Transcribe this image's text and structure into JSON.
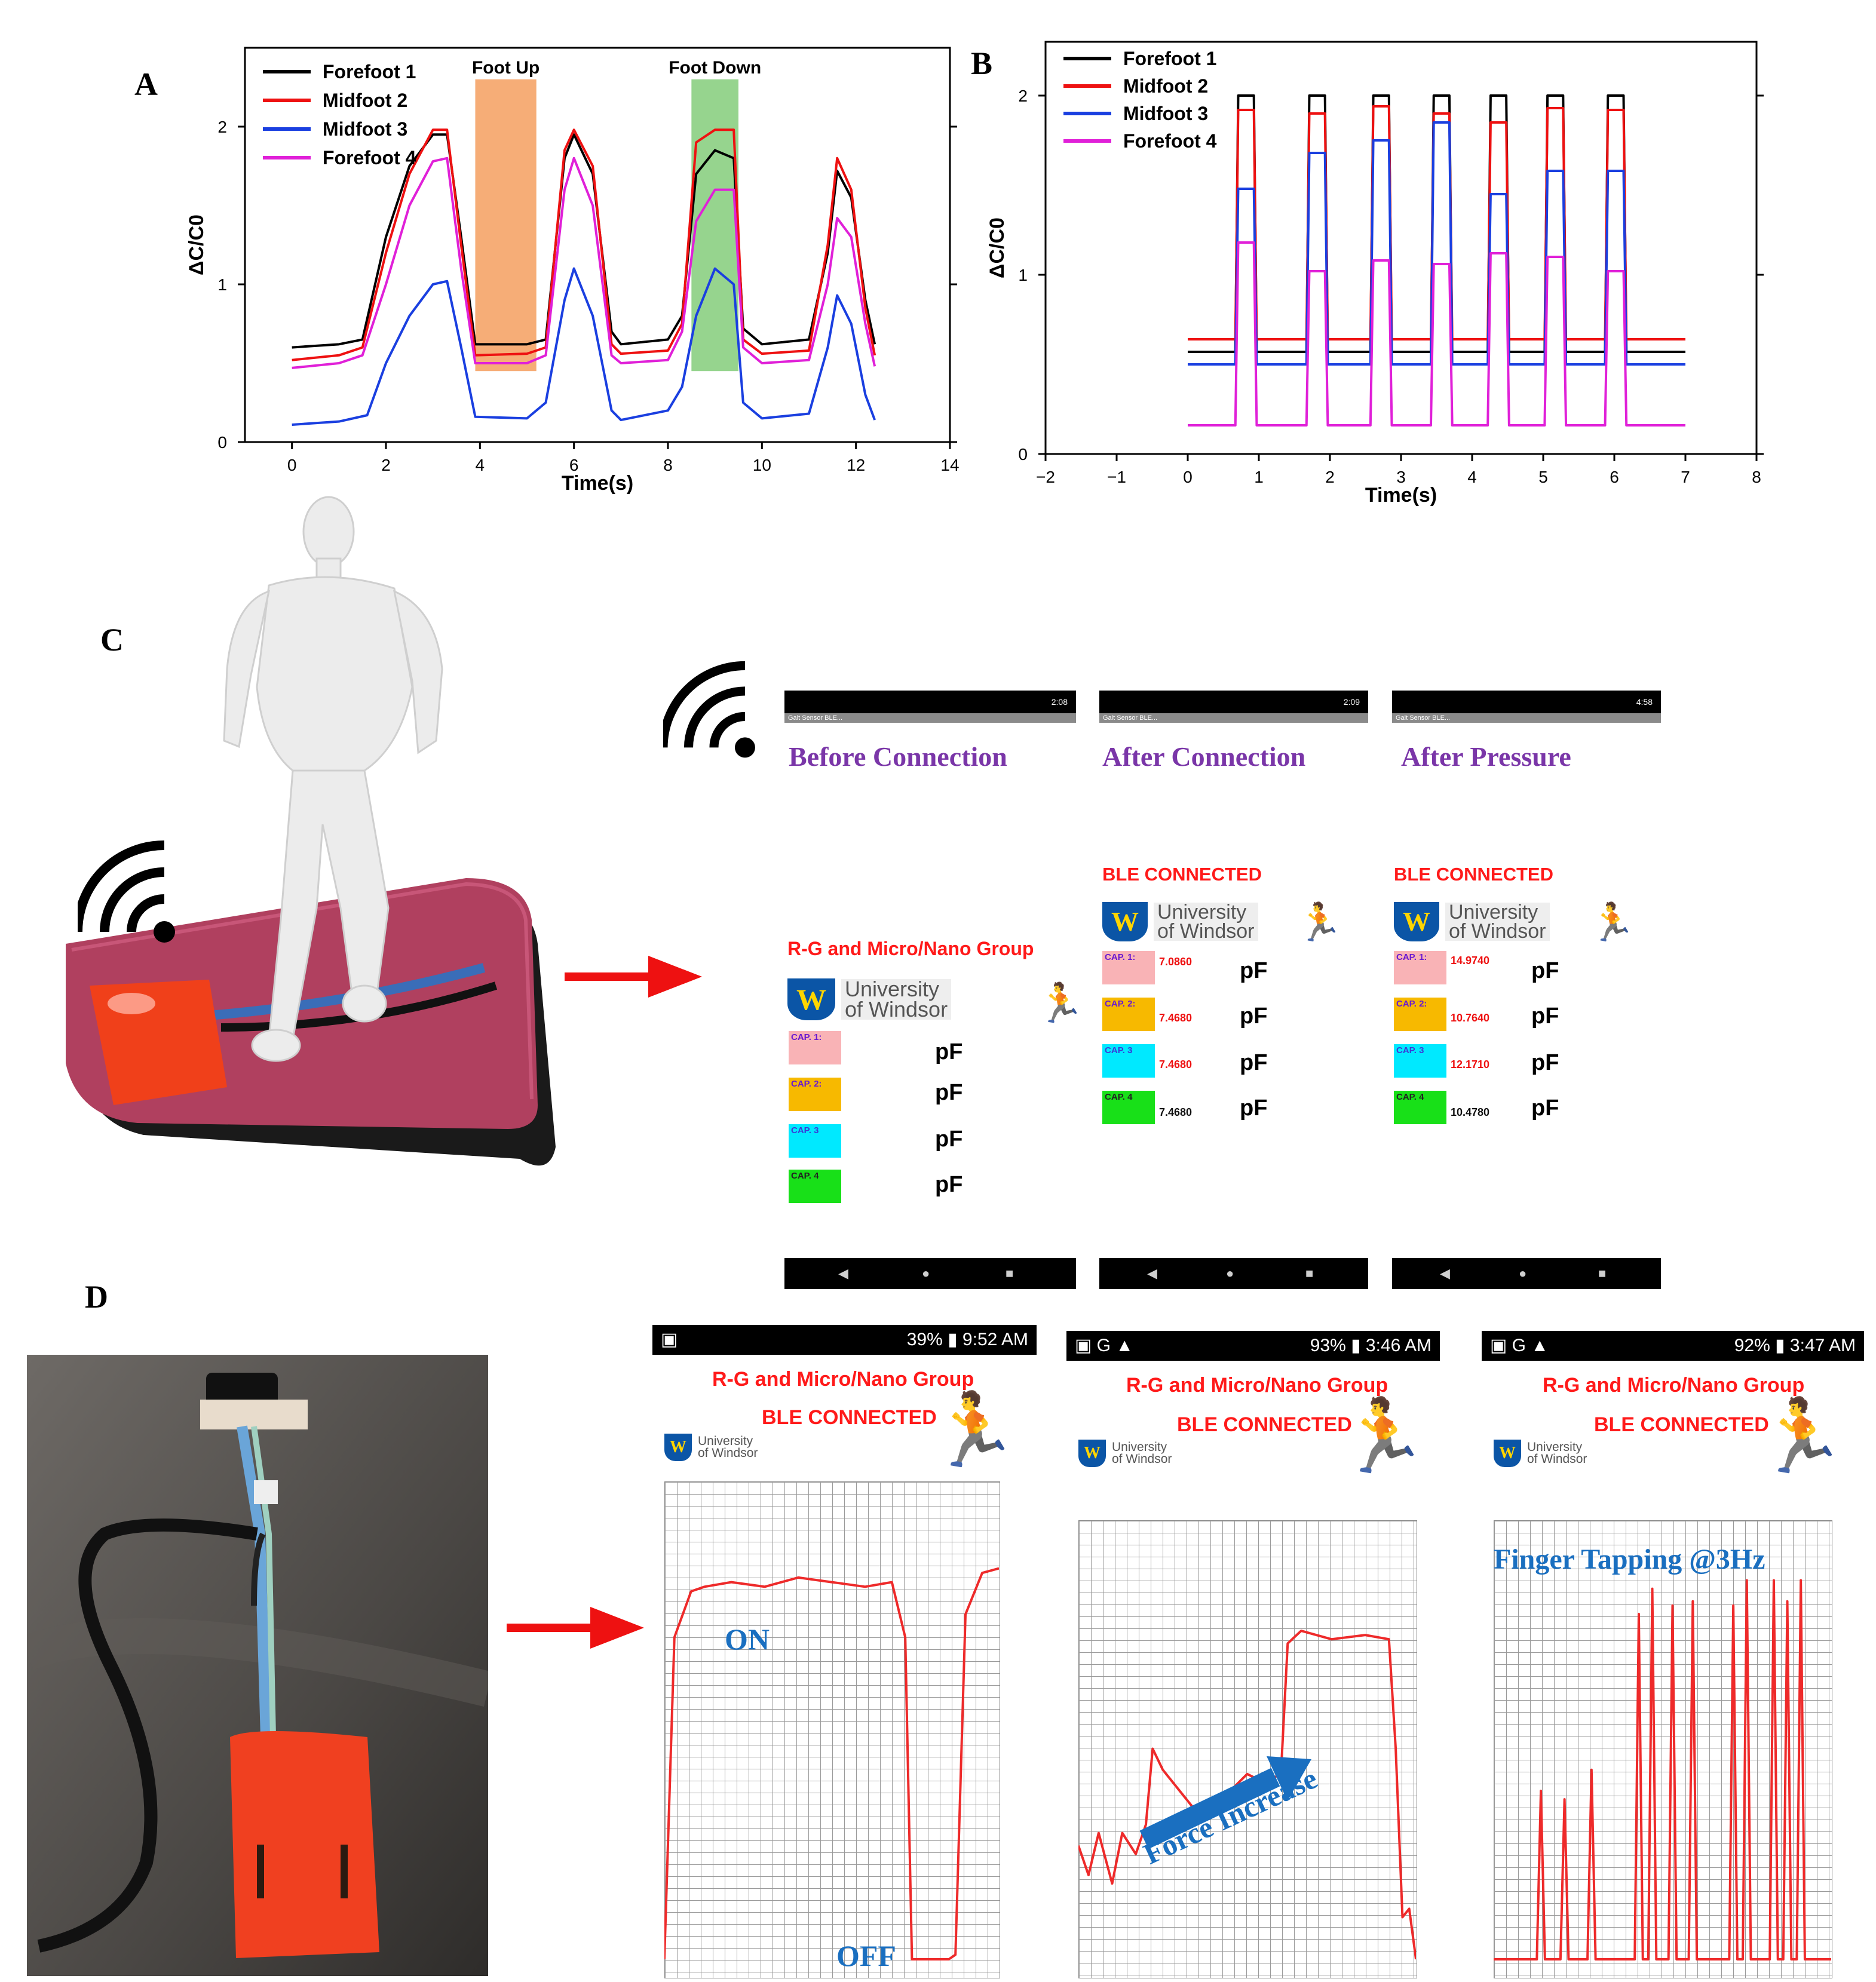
{
  "panels": {
    "a": "A",
    "b": "B",
    "c": "C",
    "d": "D"
  },
  "chart_data": [
    {
      "type": "line",
      "panel": "A",
      "xlabel": "Time(s)",
      "ylabel": "ΔC/C0",
      "xlim": [
        -1,
        14
      ],
      "ylim": [
        0,
        2.5
      ],
      "xticks": [
        0,
        2,
        4,
        6,
        8,
        10,
        12,
        14
      ],
      "yticks": [
        0,
        1,
        2
      ],
      "legend_position": "top-left",
      "annotations": [
        {
          "label": "Foot Up",
          "x_range": [
            3.9,
            5.2
          ],
          "y_range": [
            0.45,
            2.3
          ],
          "color": "#f5a468"
        },
        {
          "label": "Foot Down",
          "x_range": [
            8.5,
            9.5
          ],
          "y_range": [
            0.45,
            2.3
          ],
          "color": "#8bcf82"
        }
      ],
      "series": [
        {
          "name": "Forefoot 1",
          "color": "#000000",
          "x": [
            0,
            1,
            1.5,
            2,
            2.5,
            3,
            3.3,
            3.6,
            3.9,
            5,
            5.4,
            5.8,
            6,
            6.4,
            6.8,
            7,
            8,
            8.3,
            8.6,
            9,
            9.4,
            9.6,
            10,
            11,
            11.4,
            11.6,
            11.9,
            12.2,
            12.4
          ],
          "y": [
            0.6,
            0.62,
            0.65,
            1.3,
            1.75,
            1.95,
            1.95,
            1.3,
            0.62,
            0.62,
            0.65,
            1.8,
            1.95,
            1.7,
            0.7,
            0.62,
            0.65,
            0.8,
            1.7,
            1.85,
            1.8,
            0.72,
            0.62,
            0.65,
            1.2,
            1.72,
            1.55,
            0.9,
            0.62
          ]
        },
        {
          "name": "Midfoot 2",
          "color": "#ee1111",
          "x": [
            0,
            1,
            1.5,
            2,
            2.5,
            3,
            3.3,
            3.6,
            3.9,
            5,
            5.4,
            5.8,
            6,
            6.4,
            6.8,
            7,
            8,
            8.3,
            8.6,
            9,
            9.4,
            9.6,
            10,
            11,
            11.4,
            11.6,
            11.9,
            12.2,
            12.4
          ],
          "y": [
            0.52,
            0.55,
            0.6,
            1.2,
            1.7,
            1.98,
            1.98,
            1.25,
            0.55,
            0.56,
            0.6,
            1.85,
            1.98,
            1.75,
            0.62,
            0.56,
            0.58,
            0.75,
            1.9,
            1.98,
            1.98,
            0.65,
            0.56,
            0.58,
            1.25,
            1.8,
            1.6,
            0.85,
            0.55
          ]
        },
        {
          "name": "Midfoot 3",
          "color": "#1a3fe0",
          "x": [
            0,
            1,
            1.6,
            2,
            2.5,
            3,
            3.3,
            3.6,
            3.9,
            5,
            5.4,
            5.8,
            6,
            6.4,
            6.8,
            7,
            8,
            8.3,
            8.6,
            9,
            9.4,
            9.6,
            10,
            11,
            11.4,
            11.6,
            11.9,
            12.2,
            12.4
          ],
          "y": [
            0.11,
            0.13,
            0.17,
            0.5,
            0.8,
            1.0,
            1.02,
            0.6,
            0.16,
            0.15,
            0.25,
            0.9,
            1.1,
            0.8,
            0.2,
            0.14,
            0.2,
            0.35,
            0.8,
            1.1,
            1.0,
            0.25,
            0.15,
            0.18,
            0.6,
            0.93,
            0.75,
            0.3,
            0.14
          ]
        },
        {
          "name": "Forefoot 4",
          "color": "#e020d8",
          "x": [
            0,
            1,
            1.5,
            2,
            2.5,
            3,
            3.3,
            3.6,
            3.9,
            5,
            5.4,
            5.8,
            6,
            6.4,
            6.8,
            7,
            8,
            8.3,
            8.6,
            9,
            9.4,
            9.6,
            10,
            11,
            11.4,
            11.6,
            11.9,
            12.2,
            12.4
          ],
          "y": [
            0.47,
            0.5,
            0.55,
            1.0,
            1.5,
            1.78,
            1.8,
            1.1,
            0.5,
            0.5,
            0.55,
            1.6,
            1.8,
            1.5,
            0.55,
            0.5,
            0.52,
            0.7,
            1.4,
            1.6,
            1.6,
            0.6,
            0.5,
            0.52,
            1.0,
            1.42,
            1.3,
            0.75,
            0.48
          ]
        }
      ]
    },
    {
      "type": "line",
      "panel": "B",
      "xlabel": "Time(s)",
      "ylabel": "ΔC/C0",
      "xlim": [
        -2,
        8
      ],
      "ylim": [
        0,
        2.3
      ],
      "xticks": [
        -2,
        -1,
        0,
        1,
        2,
        3,
        4,
        5,
        6,
        7,
        8
      ],
      "yticks": [
        0,
        1,
        2
      ],
      "legend_position": "top-left",
      "pulse_times": [
        0.75,
        1.75,
        2.65,
        3.5,
        4.3,
        5.1,
        5.95
      ],
      "pulse_width": 0.18,
      "series": [
        {
          "name": "Forefoot 1",
          "color": "#000000",
          "baseline": 0.57,
          "peaks": [
            2.0,
            2.0,
            2.0,
            2.0,
            2.0,
            2.0,
            2.0
          ]
        },
        {
          "name": "Midfoot 2",
          "color": "#ee1111",
          "baseline": 0.64,
          "peaks": [
            1.92,
            1.9,
            1.94,
            1.9,
            1.85,
            1.93,
            1.92
          ]
        },
        {
          "name": "Midfoot 3",
          "color": "#1a3fe0",
          "baseline": 0.5,
          "peaks": [
            1.48,
            1.68,
            1.75,
            1.85,
            1.45,
            1.58,
            1.58
          ]
        },
        {
          "name": "Forefoot 4",
          "color": "#e020d8",
          "baseline": 0.16,
          "peaks": [
            1.18,
            1.02,
            1.08,
            1.06,
            1.12,
            1.1,
            1.02
          ]
        }
      ]
    },
    {
      "type": "line",
      "panel": "D-1",
      "label_on": "ON",
      "label_off": "OFF",
      "x": [
        0,
        0.03,
        0.08,
        0.12,
        0.2,
        0.3,
        0.4,
        0.5,
        0.6,
        0.68,
        0.72,
        0.74,
        0.76,
        0.8,
        0.85,
        0.87,
        0.9,
        0.95,
        1.0
      ],
      "y": [
        0,
        0.7,
        0.8,
        0.81,
        0.82,
        0.81,
        0.83,
        0.82,
        0.81,
        0.82,
        0.7,
        0,
        0,
        0,
        0,
        0.01,
        0.75,
        0.84,
        0.85
      ]
    },
    {
      "type": "line",
      "panel": "D-2",
      "annotation": "Force Increase",
      "x": [
        0,
        0.03,
        0.06,
        0.1,
        0.13,
        0.17,
        0.2,
        0.22,
        0.25,
        0.3,
        0.35,
        0.4,
        0.45,
        0.5,
        0.55,
        0.6,
        0.62,
        0.66,
        0.75,
        0.85,
        0.92,
        0.94,
        0.96,
        0.98,
        1.0
      ],
      "y": [
        0.27,
        0.2,
        0.3,
        0.18,
        0.3,
        0.25,
        0.32,
        0.5,
        0.45,
        0.4,
        0.35,
        0.37,
        0.4,
        0.44,
        0.42,
        0.44,
        0.75,
        0.78,
        0.76,
        0.77,
        0.76,
        0.5,
        0.1,
        0.12,
        0.0
      ]
    },
    {
      "type": "line",
      "panel": "D-3",
      "annotation": "Finger Tapping @3Hz",
      "peak_x": [
        0.14,
        0.21,
        0.29,
        0.43,
        0.47,
        0.53,
        0.59,
        0.71,
        0.75,
        0.83,
        0.87,
        0.91
      ],
      "peak_y": [
        0.4,
        0.38,
        0.45,
        0.82,
        0.88,
        0.84,
        0.85,
        0.84,
        0.9,
        0.9,
        0.85,
        0.9
      ]
    }
  ],
  "panelC": {
    "screens": [
      {
        "time": "2:08",
        "app": "Gait Sensor BLE...",
        "title": "Before Connection"
      },
      {
        "time": "2:09",
        "app": "Gait Sensor BLE...",
        "title": "After Connection"
      },
      {
        "time": "4:58",
        "app": "Gait Sensor BLE...",
        "title": "After Pressure"
      }
    ],
    "group": "R-G and Micro/Nano Group",
    "ble": "BLE CONNECTED",
    "uw_line1": "University",
    "uw_line2": "of Windsor",
    "shield": "W",
    "unit": "pF",
    "caps": [
      {
        "label": "CAP. 1:",
        "color": "#f9b3b6",
        "text_color": "#6a1ad0"
      },
      {
        "label": "CAP. 2:",
        "color": "#f7b900",
        "text_color": "#6a1ad0"
      },
      {
        "label": "CAP. 3",
        "color": "#00e9ff",
        "text_color": "#3a3ad8"
      },
      {
        "label": "CAP. 4",
        "color": "#18e018",
        "text_color": "#222222"
      }
    ],
    "after_connection_values": [
      "7.0860",
      "7.4680",
      "7.4680",
      "7.4680"
    ],
    "after_pressure_values": [
      "14.9740",
      "10.7640",
      "12.1710",
      "10.4780"
    ]
  },
  "panelD": {
    "screens": [
      {
        "status_right": "39% ▮ 9:52 AM",
        "status_left": "▣"
      },
      {
        "status_right": "93% ▮ 3:46 AM",
        "status_left": "▣ G ▲"
      },
      {
        "status_right": "92% ▮ 3:47 AM",
        "status_left": "▣ G ▲"
      }
    ],
    "group": "R-G and Micro/Nano Group",
    "ble": "BLE CONNECTED",
    "uw_line1": "University",
    "uw_line2": "of Windsor",
    "shield": "W"
  },
  "icons": [
    "wifi-icon",
    "runner-icon",
    "arrow-right-icon"
  ],
  "colors": {
    "arrow_red": "#ee1111",
    "grid_line": "#ee2a2a",
    "device_red": "#f23f1a"
  }
}
